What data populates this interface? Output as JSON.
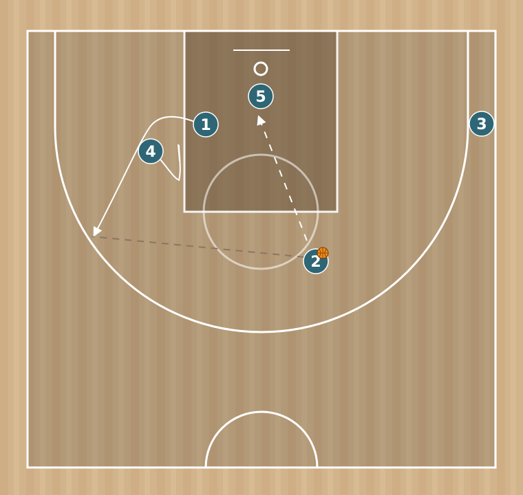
{
  "players": [
    {
      "label": "1"
    },
    {
      "label": "2"
    },
    {
      "label": "3"
    },
    {
      "label": "4"
    },
    {
      "label": "5"
    }
  ],
  "colors": {
    "wood": "#d2b48c",
    "court_inner": "#b39a78",
    "paint": "#8a7660",
    "lines": "#ffffff",
    "player_fill": "#2e6675",
    "player_stroke": "#ffffff",
    "pass_line": "#8a7660",
    "ball": "#f08a1c"
  },
  "icons": {
    "ball": "basketball-icon"
  }
}
